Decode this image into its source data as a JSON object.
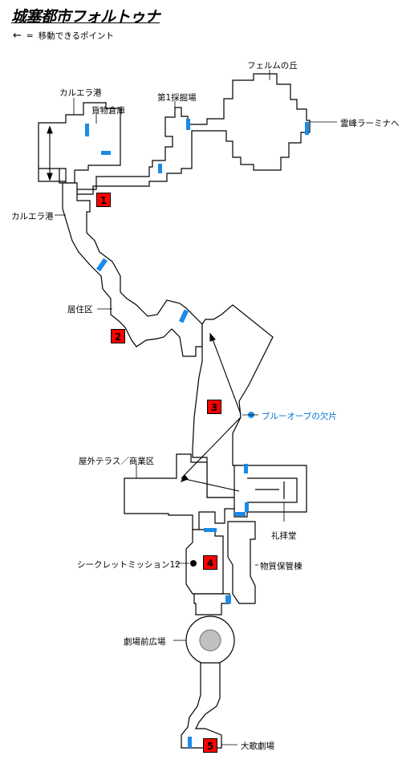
{
  "title": "城塞都市フォルトゥナ",
  "legend": {
    "symbol": "=",
    "text": "移動できるポイント"
  },
  "labels": {
    "karuera_port_top": "カルエラ港",
    "cargo_warehouse": "貨物倉庫",
    "quarry": "第1採掘場",
    "ferum_hill": "フェルムの丘",
    "reihou_ramina": "霊峰ラーミナへ",
    "karuera_port_left": "カルエラ港",
    "residential": "居住区",
    "blue_orb": "ブルーオーブの欠片",
    "terrace": "屋外テラス／商業区",
    "chapel": "礼拝堂",
    "secret_mission": "シークレットミッション12",
    "storage": "物質保管棟",
    "theater_plaza": "劇場前広場",
    "opera": "大歌劇場"
  },
  "markers": [
    "1",
    "2",
    "3",
    "4",
    "5"
  ],
  "colors": {
    "door": "#1a8be8",
    "marker": "#ff0000",
    "plaza": "#c0c0c0",
    "orb": "#1a8be8"
  }
}
